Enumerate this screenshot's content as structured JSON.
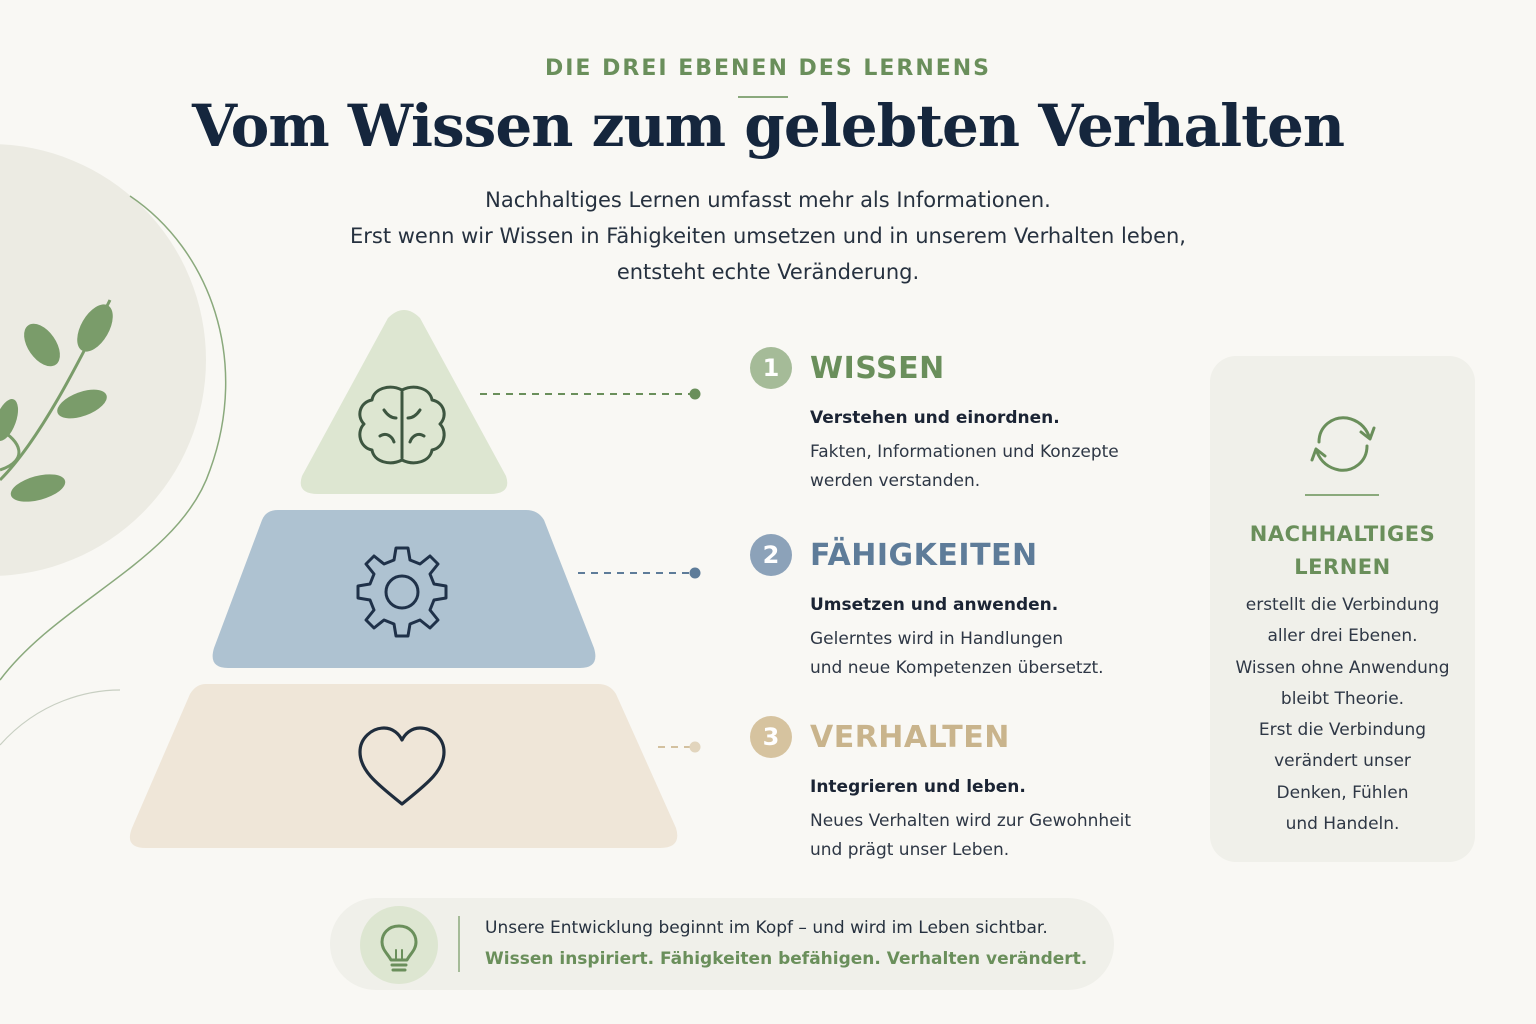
{
  "header": {
    "eyebrow": "DIE DREI EBENEN DES LERNENS",
    "title": "Vom Wissen zum gelebten Verhalten",
    "intro": [
      "Nachhaltiges Lernen umfasst mehr als Informationen.",
      "Erst wenn wir Wissen in Fähigkeiten umsetzen und in unserem Verhalten leben,",
      "entsteht echte Veränderung."
    ]
  },
  "levels": [
    {
      "number": "1",
      "title": "WISSEN",
      "subtitle": "Verstehen und einordnen.",
      "description": [
        "Fakten, Informationen und Konzepte",
        "werden verstanden."
      ],
      "icon": "brain-icon",
      "color": "#6a8f5b",
      "fill": "#dde6d1"
    },
    {
      "number": "2",
      "title": "FÄHIGKEITEN",
      "subtitle": "Umsetzen und anwenden.",
      "description": [
        "Gelerntes wird in Handlungen",
        "und neue Kompetenzen übersetzt."
      ],
      "icon": "gear-icon",
      "color": "#5e7c99",
      "fill": "#aec2d1"
    },
    {
      "number": "3",
      "title": "VERHALTEN",
      "subtitle": "Integrieren und leben.",
      "description": [
        "Neues Verhalten wird zur Gewohnheit",
        "und prägt unser Leben."
      ],
      "icon": "heart-icon",
      "color": "#c9b48c",
      "fill": "#efe6d8"
    }
  ],
  "side_card": {
    "icon": "cycle-arrows-icon",
    "title": [
      "NACHHALTIGES",
      "LERNEN"
    ],
    "text": [
      "erstellt die Verbindung",
      "aller drei Ebenen.",
      "Wissen ohne Anwendung",
      "bleibt Theorie.",
      "Erst die Verbindung",
      "verändert unser",
      "Denken, Fühlen",
      "und Handeln."
    ]
  },
  "banner": {
    "icon": "lightbulb-icon",
    "line1": "Unsere Entwicklung beginnt im Kopf – und wird im Leben sichtbar.",
    "line2": "Wissen inspiriert. Fähigkeiten befähigen. Verhalten verändert."
  },
  "decoration": {
    "icon": "leaf-branch-icon",
    "accent": "#6a8f5b",
    "navy": "#1f2d3d"
  }
}
